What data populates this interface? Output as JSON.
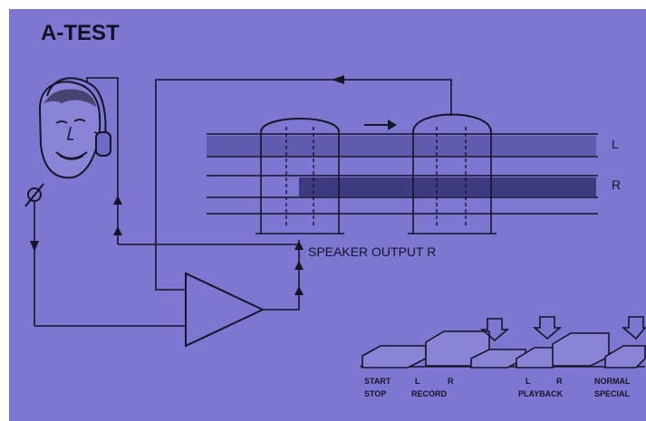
{
  "title": "A-TEST",
  "speaker_label": "SPEAKER OUTPUT R",
  "tracks": {
    "left": "L",
    "right": "R"
  },
  "buttons": [
    {
      "top": "START",
      "bottom": "STOP"
    },
    {
      "top": "L",
      "bottom": ""
    },
    {
      "top": "R",
      "bottom": "RECORD"
    },
    {
      "top": "L",
      "bottom": ""
    },
    {
      "top": "R",
      "bottom": "PLAYBACK"
    },
    {
      "top": "NORMAL",
      "bottom": "SPECIAL"
    }
  ],
  "colors": {
    "panel": "#7d77d2",
    "ink": "#151525"
  }
}
